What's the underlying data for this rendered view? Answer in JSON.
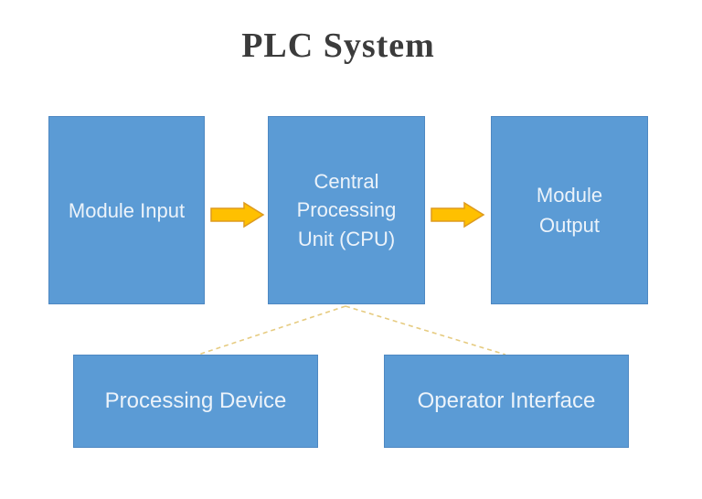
{
  "title": "PLC System",
  "colors": {
    "background": "#FFFFFF",
    "title_color": "#3B3B3B",
    "box_fill": "#5B9BD5",
    "box_border": "#4E88C2",
    "box_text": "#ECF3FA",
    "arrow_fill": "#FFC000",
    "arrow_stroke": "#DD9A1F",
    "connector": "#E6CB80"
  },
  "boxes": [
    {
      "id": "module-input",
      "label": "Module Input"
    },
    {
      "id": "cpu",
      "label": "Central Processing Unit (CPU)"
    },
    {
      "id": "module-output",
      "label": "Module Output"
    },
    {
      "id": "processing-device",
      "label": "Processing Device"
    },
    {
      "id": "operator-interface",
      "label": "Operator Interface"
    }
  ],
  "arrows": [
    {
      "name": "input-to-cpu-arrow",
      "direction": "right"
    },
    {
      "name": "cpu-to-output-arrow",
      "direction": "right"
    }
  ],
  "connectors": [
    {
      "name": "cpu-to-processing-device-connector",
      "from": "cpu",
      "to": "processing-device",
      "style": "dashed"
    },
    {
      "name": "cpu-to-operator-interface-connector",
      "from": "cpu",
      "to": "operator-interface",
      "style": "dashed"
    }
  ]
}
